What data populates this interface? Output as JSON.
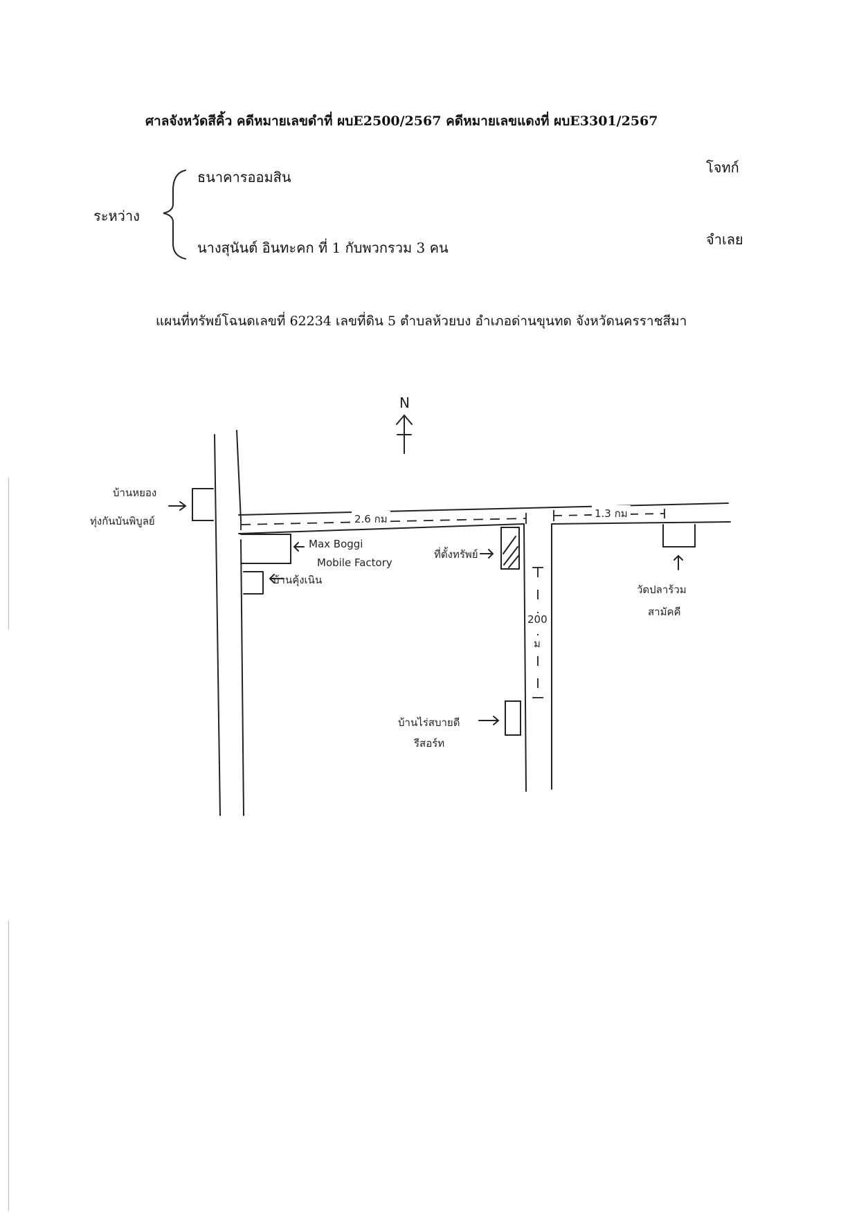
{
  "header": {
    "case_line": "ศาลจังหวัดสีคิ้ว คดีหมายเลขดำที่ ผบE2500/2567  คดีหมายเลขแดงที่ ผบE3301/2567"
  },
  "parties": {
    "between_label": "ระหว่าง",
    "plaintiff_name": "ธนาคารออมสิน",
    "plaintiff_role": "โจทก์",
    "defendant_name": "นางสุนันต์  อินทะคก ที่ 1 กับพวกรวม 3 คน",
    "defendant_role": "จำเลย"
  },
  "map_title": "แผนที่ทรัพย์โฉนดเลขที่ 62234 เลขที่ดิน 5 ตำบลห้วยบง อำเภอด่านขุนทด จังหวัดนครราชสีมา",
  "map": {
    "north_label": "N",
    "label_left_top_1": "บ้านหยอง",
    "label_left_top_2": "ทุ่งกันบันพิบูลย์",
    "label_factory_1": "Max Boggi",
    "label_factory_2": "Mobile Factory",
    "label_house_left": "บ้านคุ้งเนิน",
    "label_distance_26": "2.6  กม",
    "label_distance_13": "1.3  กม",
    "label_target": "ที่ตั้งทรัพย์",
    "label_distance_200_num": "200",
    "label_distance_200_unit": "ม",
    "label_temple_1": "วัดปลาร้วม",
    "label_temple_2": "สามัคคี",
    "label_resort_1": "บ้านไร่สบายดี",
    "label_resort_2": "รีสอร์ท"
  }
}
